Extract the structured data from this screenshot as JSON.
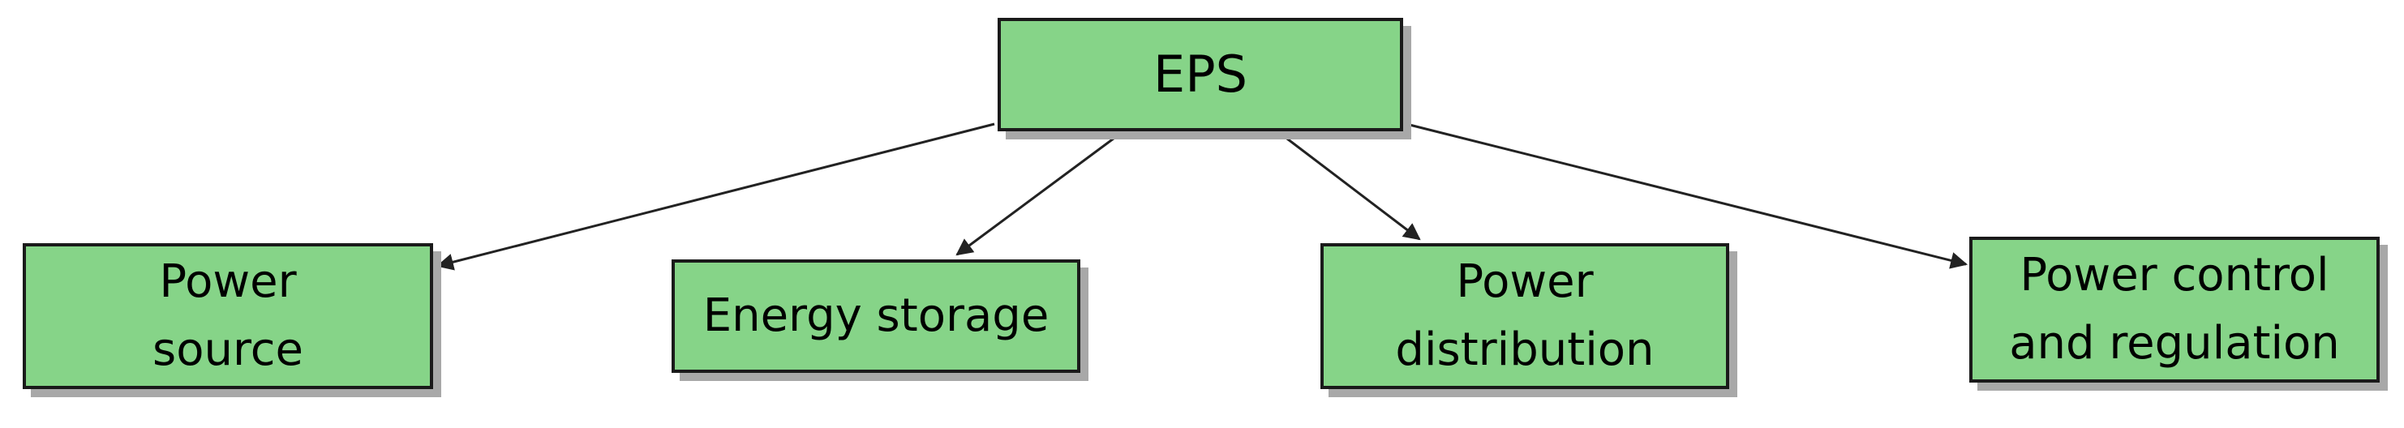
{
  "colors": {
    "node_fill": "#86d488",
    "node_border": "#1a1a1a",
    "shadow": "#a8a8a8",
    "edge": "#222222"
  },
  "diagram": {
    "root": {
      "label": "EPS"
    },
    "children": [
      {
        "id": "power-source",
        "label": "Power\nsource"
      },
      {
        "id": "energy-storage",
        "label": "Energy storage"
      },
      {
        "id": "power-distribution",
        "label": "Power\ndistribution"
      },
      {
        "id": "power-control",
        "label": "Power control\nand regulation"
      }
    ]
  }
}
